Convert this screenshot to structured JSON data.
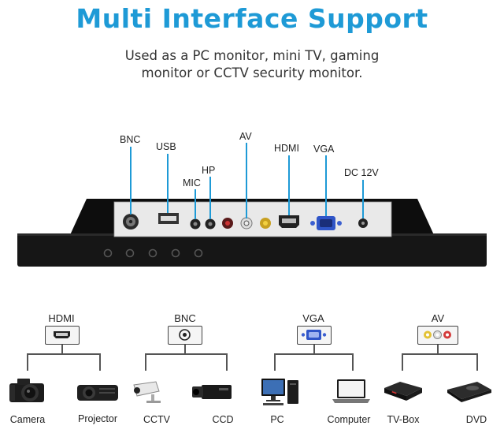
{
  "header": {
    "title": "Multi Interface Support",
    "subtitle_line1": "Used as a PC monitor, mini TV, gaming",
    "subtitle_line2": "monitor or CCTV security monitor."
  },
  "ports": {
    "bnc": "BNC",
    "usb": "USB",
    "mic": "MIC",
    "hp": "HP",
    "av": "AV",
    "hdmi": "HDMI",
    "vga": "VGA",
    "dc": "DC 12V"
  },
  "connections": [
    {
      "label": "HDMI",
      "devices": [
        "Camera",
        "Projector"
      ]
    },
    {
      "label": "BNC",
      "devices": [
        "CCTV",
        "CCD"
      ]
    },
    {
      "label": "VGA",
      "devices": [
        "PC",
        "Computer"
      ]
    },
    {
      "label": "AV",
      "devices": [
        "TV-Box",
        "DVD"
      ]
    }
  ],
  "colors": {
    "accent": "#1e9ad6",
    "panel": "#111111",
    "plate": "#e9e9e9"
  }
}
